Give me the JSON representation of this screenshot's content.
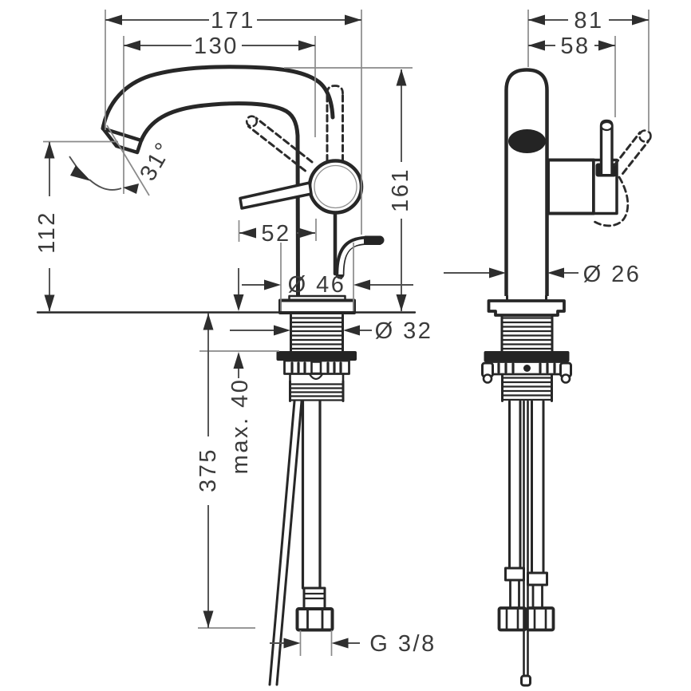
{
  "dims": {
    "overall_depth": "171",
    "spout_reach": "130",
    "side_overall_depth": "81",
    "handle_depth": "58",
    "spout_angle": "31°",
    "spout_height": "112",
    "lever_reach": "52",
    "total_height": "161",
    "base_diameter": "Ø 46",
    "shank_diameter": "Ø 32",
    "body_diameter": "Ø 26",
    "max_counter_thickness": "max. 40",
    "hose_length": "375",
    "supply_thread": "G 3/8"
  },
  "colors": {
    "outline": "#272727",
    "dimension_line": "#4f4f4f",
    "extension_line": "#8a8a8a",
    "text": "#3b3b3b",
    "solid_fill": "#242424",
    "background": "#ffffff"
  }
}
